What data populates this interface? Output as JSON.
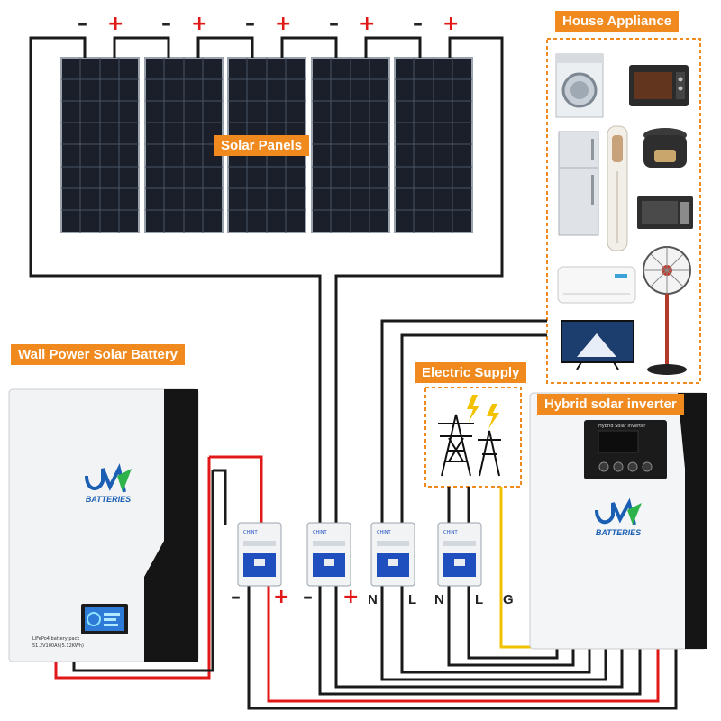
{
  "labels": {
    "solar_panels": "Solar Panels",
    "house_appliance": "House Appliance",
    "wall_battery": "Wall Power Solar Battery",
    "electric_supply": "Electric Supply",
    "hybrid_inverter": "Hybrid solar inverter"
  },
  "panel_terminals": {
    "negative": "–",
    "positive": "+"
  },
  "breaker_terminals": [
    "–",
    "+",
    "–",
    "+",
    "N",
    "L",
    "N",
    "L",
    "G"
  ],
  "breaker_brand": "CHINT",
  "battery": {
    "brand_main": "JM",
    "brand_sub": "BATTERIES",
    "model_line1": "LiFePo4 battery pack",
    "model_line2": "51.2V100Ah(5.12KWh)"
  },
  "inverter": {
    "brand_main": "JM",
    "brand_sub": "BATTERIES",
    "screen_title": "Hybrid Solar Inverter"
  },
  "appliances": [
    "washing-machine",
    "oven",
    "refrigerator",
    "tower-air-conditioner",
    "rice-cooker",
    "microwave",
    "wall-air-conditioner",
    "stand-fan",
    "television"
  ],
  "colors": {
    "accent": "#f08a1e",
    "positive_wire": "#e01818",
    "negative_wire": "#1a1a1a",
    "ground_wire": "#f2c200",
    "brand": "#1a5fb4"
  }
}
